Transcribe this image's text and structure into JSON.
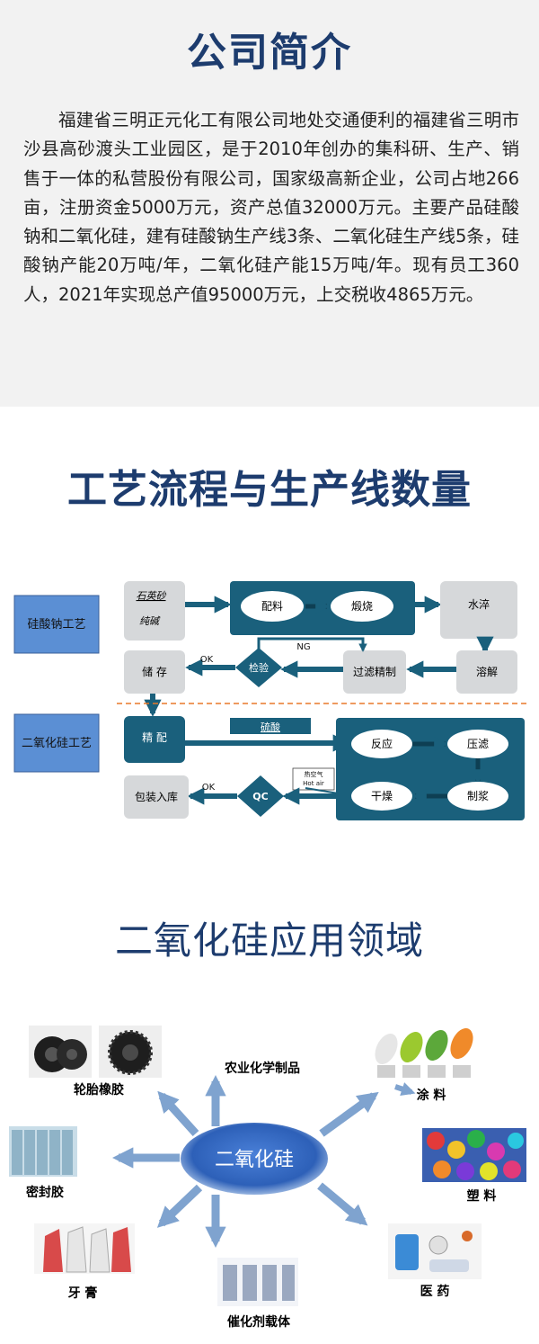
{
  "intro": {
    "title": "公司简介",
    "text": "福建省三明正元化工有限公司地处交通便利的福建省三明市沙县高砂渡头工业园区，是于2010年创办的集科研、生产、销售于一体的私营股份有限公司，国家级高新企业，公司占地266亩，注册资金5000万元，资产总值32000万元。主要产品硅酸钠和二氧化硅，建有硅酸钠生产线3条、二氧化硅生产线5条，硅酸钠产能20万吨/年，二氧化硅产能15万吨/年。现有员工360人，2021年实现总产值95000万元，上交税收4865万元。"
  },
  "flow": {
    "title": "工艺流程与生产线数量",
    "sodium_label": "硅酸钠工艺",
    "silica_label": "二氧化硅工艺",
    "raw1": "石英砂",
    "raw2": "纯碱",
    "batching": "配料",
    "calcine": "煅烧",
    "quench": "水淬",
    "dissolve": "溶解",
    "filter": "过滤精制",
    "inspect": "检验",
    "ng": "NG",
    "ok1": "OK",
    "storage": "储  存",
    "refine": "精  配",
    "acid": "硫酸",
    "react": "反应",
    "press": "压滤",
    "dry": "干燥",
    "slurry": "制浆",
    "hotair_cn": "热空气",
    "hotair_en": "Hot air",
    "qc": "QC",
    "ok2": "OK",
    "pack": "包装入库"
  },
  "apps": {
    "title": "二氧化硅应用领域",
    "center": "二氧化硅",
    "tire": "轮胎橡胶",
    "agro": "农业化学制品",
    "paint": "涂  料",
    "sealant": "密封胶",
    "plastic": "塑  料",
    "toothpaste": "牙  膏",
    "medicine": "医  药",
    "catalyst": "催化剂载体"
  },
  "colors": {
    "title_blue": "#1d3c6e",
    "teal": "#1a607c",
    "process_blue": "#5b8fd4",
    "box_gray": "#d6d8da",
    "divider": "#e8782a",
    "arrow_light": "#7fa3cf"
  }
}
